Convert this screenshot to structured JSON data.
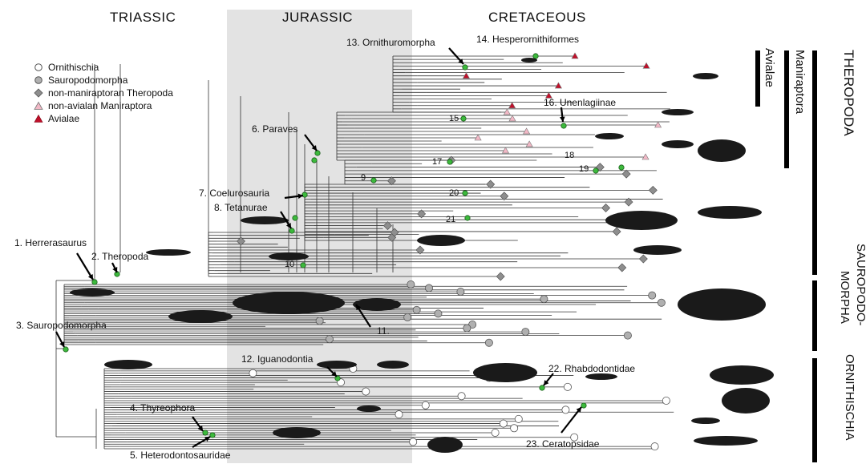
{
  "periods": [
    "TRIASSIC",
    "JURASSIC",
    "CRETACEOUS"
  ],
  "legend": [
    {
      "label": "Ornithischia",
      "symbol": "circle-open",
      "color": "#ffffff"
    },
    {
      "label": "Sauropodomorpha",
      "symbol": "circle-filled",
      "color": "#b0b0b0"
    },
    {
      "label": "non-maniraptoran Theropoda",
      "symbol": "diamond",
      "color": "#8e8e8e"
    },
    {
      "label": "non-avialan Maniraptora",
      "symbol": "triangle",
      "color": "#f2b8c6"
    },
    {
      "label": "Avialae",
      "symbol": "triangle",
      "color": "#c0102a"
    }
  ],
  "node_labels": [
    {
      "text": "1. Herrerasaurus"
    },
    {
      "text": "2. Theropoda"
    },
    {
      "text": "3. Sauropodomorpha"
    },
    {
      "text": "4. Thyreophora"
    },
    {
      "text": "5. Heterodontosauridae"
    },
    {
      "text": "6. Paraves"
    },
    {
      "text": "7. Coelurosauria"
    },
    {
      "text": "8. Tetanurae"
    },
    {
      "text": "11."
    },
    {
      "text": "12. Iguanodontia"
    },
    {
      "text": "13. Ornithuromorpha"
    },
    {
      "text": "14. Hesperornithiformes"
    },
    {
      "text": "16. Unenlagiinae"
    },
    {
      "text": "22. Rhabdodontidae"
    },
    {
      "text": "23. Ceratopsidae"
    }
  ],
  "node_numbers": [
    "9",
    "10",
    "15",
    "17",
    "18",
    "19",
    "20",
    "21"
  ],
  "clade_bars": {
    "avialae": "Avialae",
    "maniraptora": "Maniraptora",
    "theropoda": "THEROPODA",
    "sauropodomorpha_line1": "SAUROPODO-",
    "sauropodomorpha_line2": "MORPHA",
    "ornithischia": "ORNITHISCHIA"
  }
}
